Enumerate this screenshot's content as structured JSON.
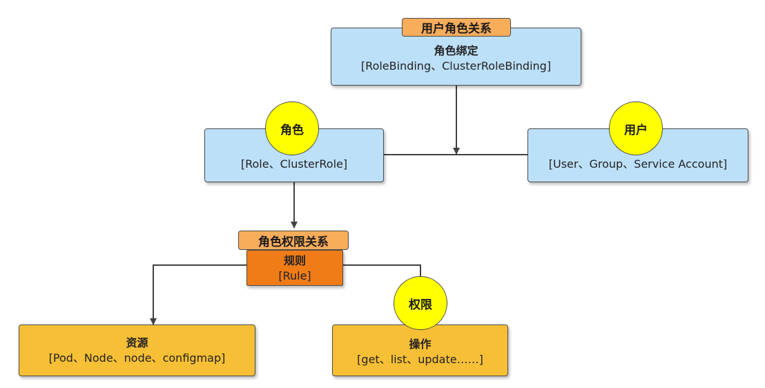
{
  "binding": {
    "tag": "用户角色关系",
    "title": "角色绑定",
    "detail": "[RoleBinding、ClusterRoleBinding]"
  },
  "role": {
    "badge": "角色",
    "detail": "[Role、ClusterRole]"
  },
  "user": {
    "badge": "用户",
    "detail": "[User、Group、Service Account]"
  },
  "rule": {
    "tag": "角色权限关系",
    "title": "规则",
    "detail": "[Rule]"
  },
  "resource": {
    "title": "资源",
    "detail": "[Pod、Node、node、configmap]"
  },
  "operation": {
    "badge": "权限",
    "title": "操作",
    "detail": "[get、list、update……]"
  },
  "colors": {
    "box_blue": "#bde0f9",
    "box_gold": "#f7bf35",
    "box_orange": "#f07c17",
    "tag_orange": "#f8ad5b",
    "badge_yellow": "#ffff00",
    "line": "#404040"
  }
}
